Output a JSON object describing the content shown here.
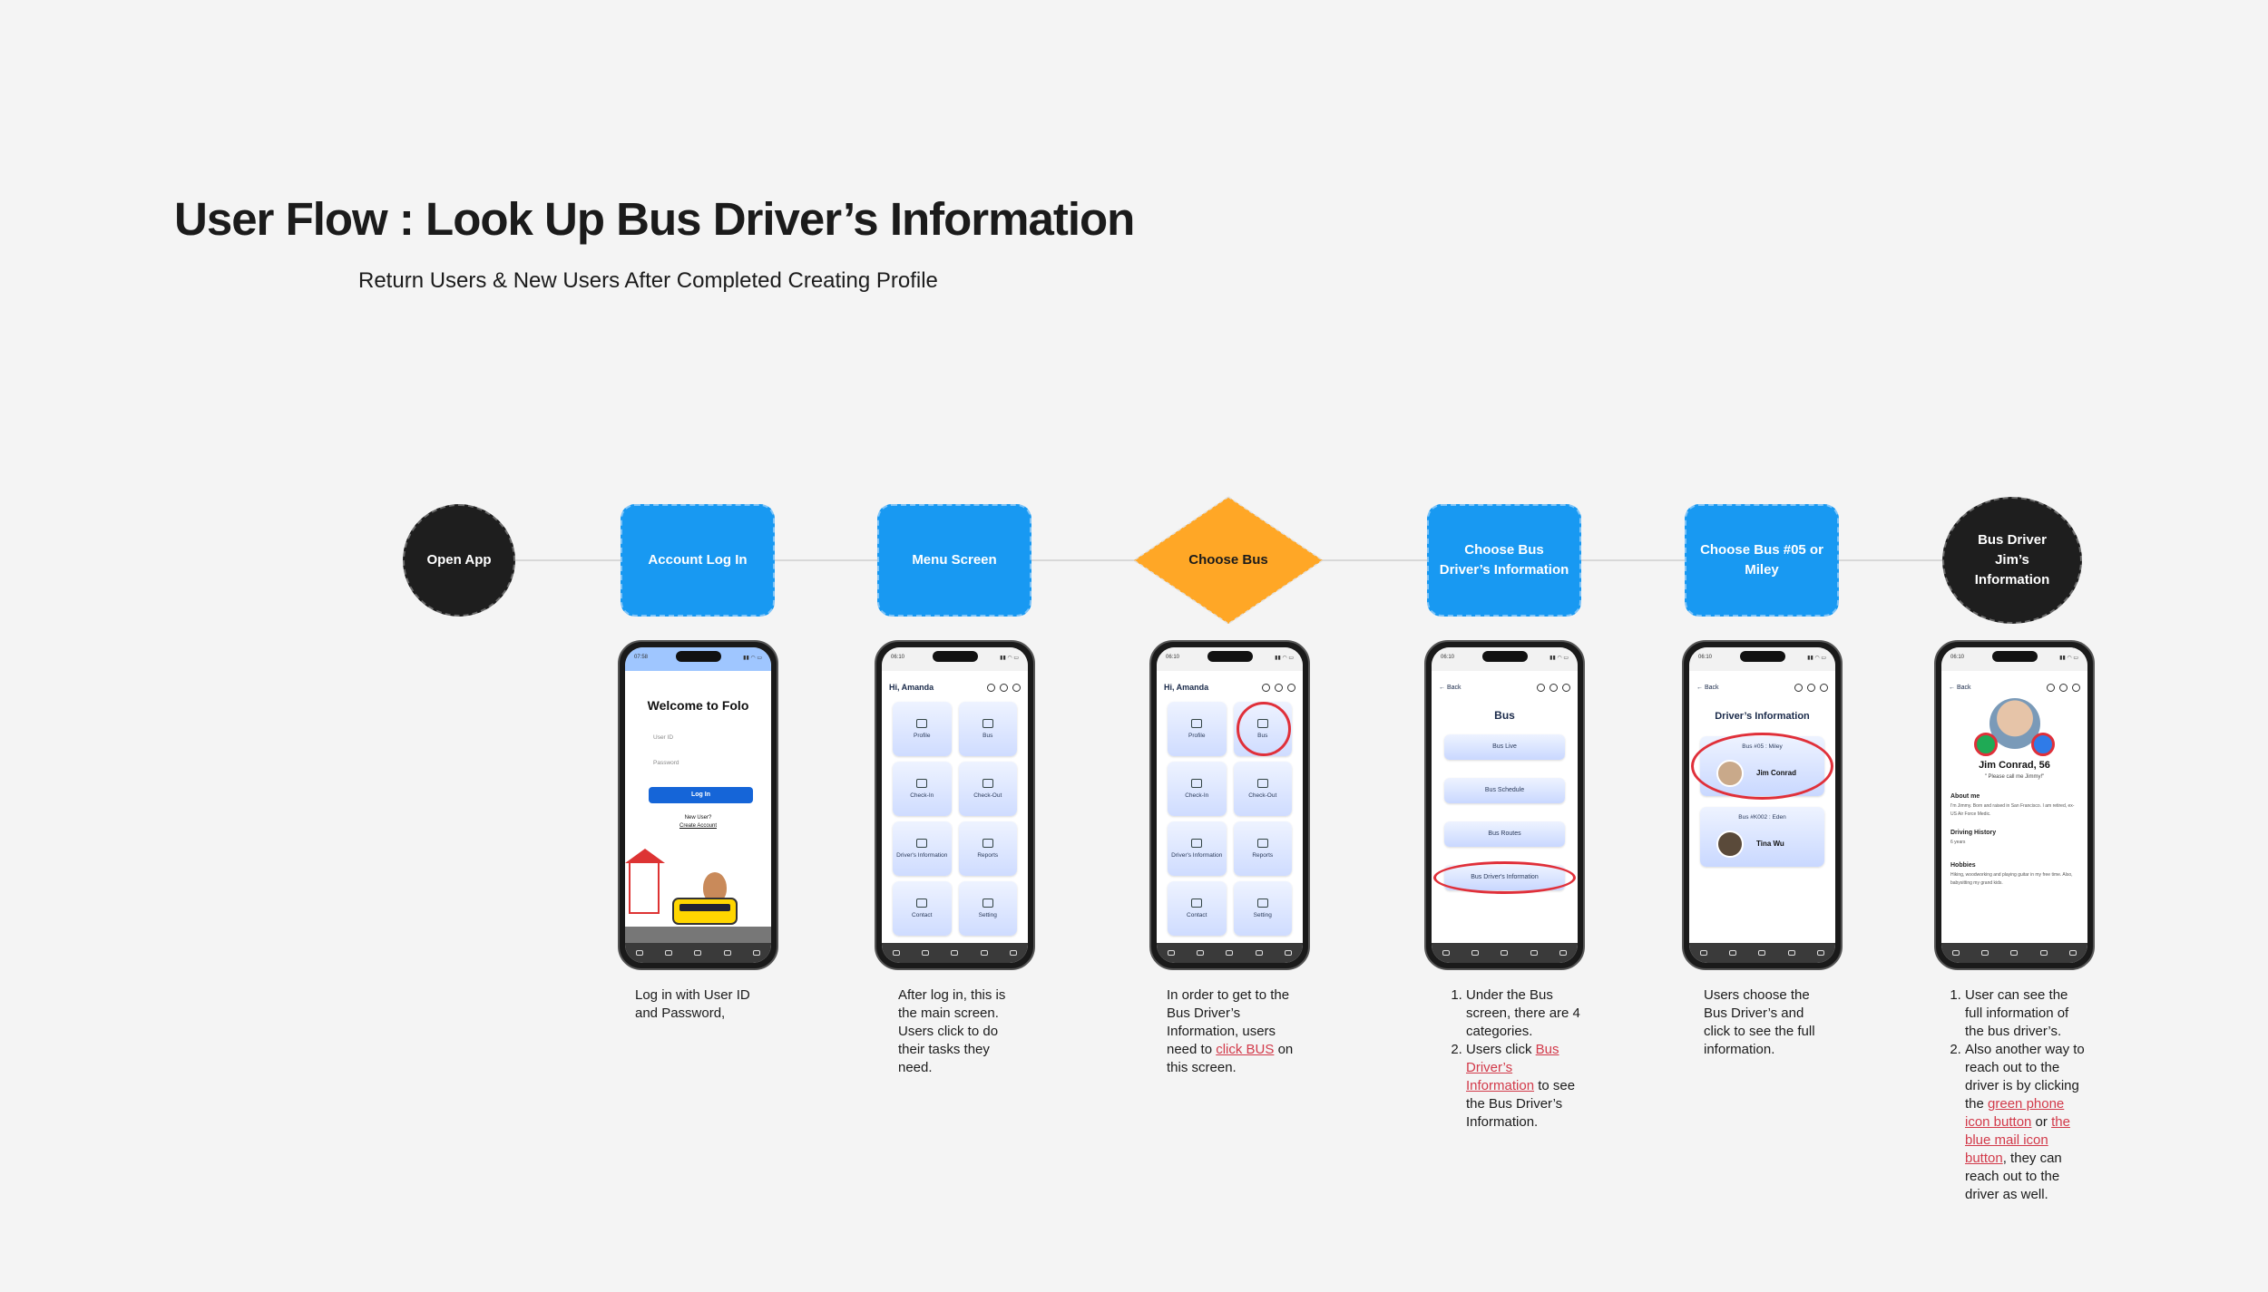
{
  "header": {
    "title": "User Flow : Look Up Bus Driver’s Information",
    "subtitle": "Return Users & New Users After Completed Creating Profile"
  },
  "flow": [
    {
      "label": "Open App",
      "shape": "circle",
      "color": "#1e1e1e"
    },
    {
      "label": "Account Log In",
      "shape": "rect",
      "color": "#1899f2"
    },
    {
      "label": "Menu Screen",
      "shape": "rect",
      "color": "#1899f2"
    },
    {
      "label": "Choose Bus",
      "shape": "diamond",
      "color": "#ffa726"
    },
    {
      "label": "Choose Bus Driver’s Information",
      "shape": "rect",
      "color": "#1899f2"
    },
    {
      "label": "Choose Bus #05 or Miley",
      "shape": "rect",
      "color": "#1899f2"
    },
    {
      "label": "Bus Driver Jim’s Information",
      "shape": "circle",
      "color": "#1e1e1e"
    }
  ],
  "screens": {
    "status_time_login": "07:58",
    "status_time": "06:10",
    "login": {
      "welcome": "Welcome to Folo",
      "user_id_placeholder": "User ID",
      "password_placeholder": "Password",
      "login_button": "Log In",
      "new_user": "New User?",
      "create_account": "Create Account"
    },
    "menu": {
      "greeting": "Hi, Amanda",
      "tiles": [
        "Profile",
        "Bus",
        "Check-In",
        "Check-Out",
        "Driver's Information",
        "Reports",
        "Contact",
        "Setting"
      ]
    },
    "bus": {
      "back": "Back",
      "title": "Bus",
      "items": [
        "Bus Live",
        "Bus Schedule",
        "Bus Routes",
        "Bus Driver's Information"
      ]
    },
    "drivers": {
      "back": "Back",
      "title": "Driver’s Information",
      "cards": [
        {
          "bus": "Bus #05 : Miley",
          "name": "Jim Conrad"
        },
        {
          "bus": "Bus #K002 : Eden",
          "name": "Tina Wu"
        }
      ]
    },
    "profile": {
      "back": "Back",
      "name": "Jim Conrad, 56",
      "quote": "\" Please call me Jimmy!\"",
      "about_title": "About me",
      "about_text": "I'm Jimmy. Born and raised in San Francisco. I am retired, ex-US Air Force Medic.",
      "history_title": "Driving History",
      "history_text": "6 years",
      "hobbies_title": "Hobbies",
      "hobbies_text": "Hiking, woodworking and playing guitar in my free time. Also, babysitting my grand kids."
    }
  },
  "descriptions": {
    "login": "Log in with User ID and Password,",
    "menu": "After log in, this is the main screen. Users click to do their tasks they need.",
    "choose_bus_a": "In order to get to the Bus Driver’s Information, users need to ",
    "choose_bus_link": "click BUS",
    "choose_bus_b": " on this screen.",
    "bus_1": "Under the Bus screen, there are 4 categories.",
    "bus_2a": "Users click ",
    "bus_2_link": "Bus Driver’s Information",
    "bus_2b": " to see the Bus Driver’s Information.",
    "drivers": "Users choose the Bus Driver’s and click to see the full information.",
    "profile_1": "User can see the full information of the bus driver’s.",
    "profile_2a": "Also another way to reach out to the driver is by clicking the ",
    "profile_2_link1": "green phone icon button",
    "profile_2b": " or ",
    "profile_2_link2": "the blue mail icon button",
    "profile_2c": ", they can reach out to the driver as well."
  }
}
